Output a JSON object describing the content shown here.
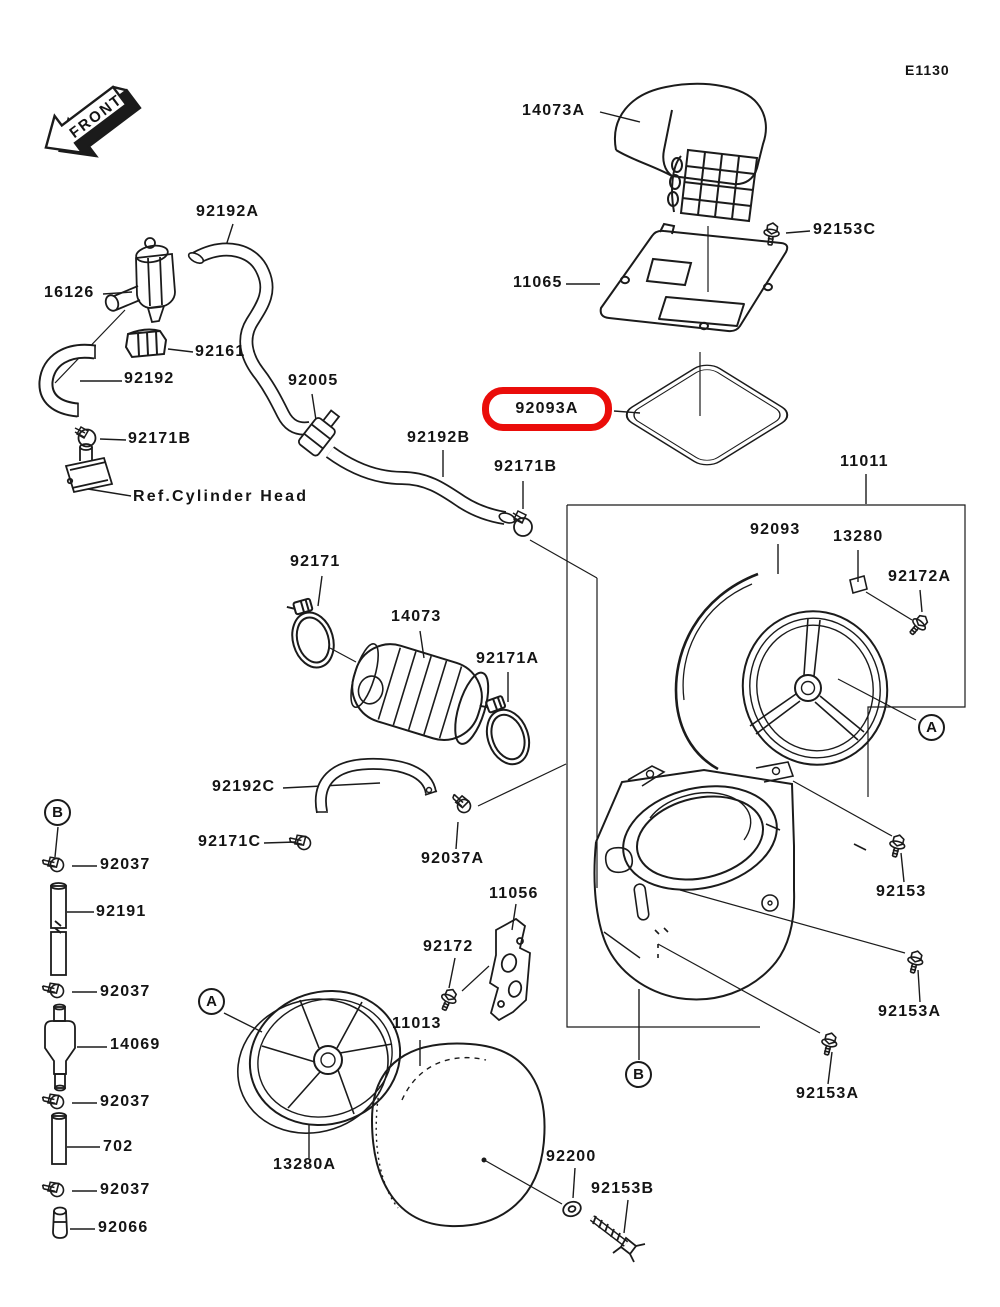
{
  "page": {
    "code": "E1130",
    "front_arrow_text": "FRONT"
  },
  "highlight": {
    "selected_part": "92093A",
    "color": "#ea0d0a"
  },
  "markers": {
    "a": "A",
    "b": "B"
  },
  "labels": {
    "14073A": "14073A",
    "92153C": "92153C",
    "11065": "11065",
    "92093A": "92093A",
    "92192A": "92192A",
    "16126": "16126",
    "92161": "92161",
    "92192": "92192",
    "92005": "92005",
    "92171B": "92171B",
    "ref_cylinder_head": "Ref.Cylinder Head",
    "92192B": "92192B",
    "11011": "11011",
    "92093": "92093",
    "13280": "13280",
    "92172A": "92172A",
    "92171": "92171",
    "14073": "14073",
    "92171A": "92171A",
    "92192C": "92192C",
    "92171C": "92171C",
    "92037A": "92037A",
    "11056": "11056",
    "92172": "92172",
    "92153": "92153",
    "92153A": "92153A",
    "92037": "92037",
    "92191": "92191",
    "14069": "14069",
    "702": "702",
    "92066": "92066",
    "13280A": "13280A",
    "11013": "11013",
    "92200": "92200",
    "92153B": "92153B"
  }
}
